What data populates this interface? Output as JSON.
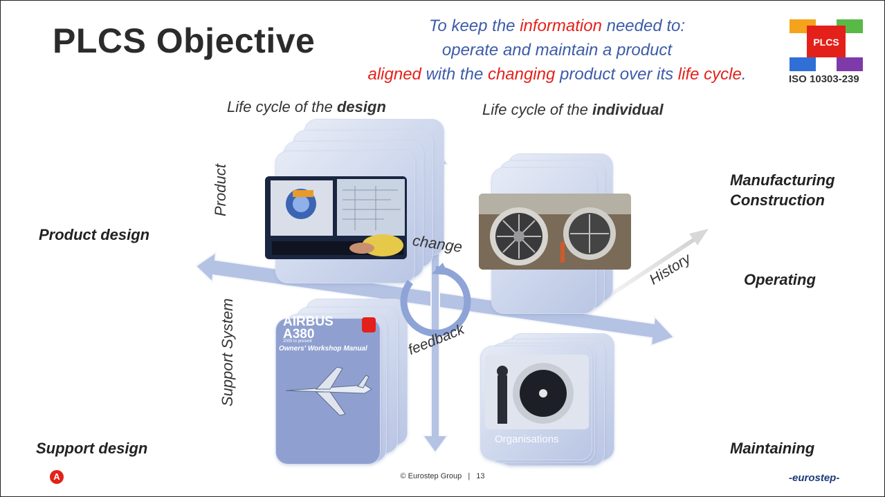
{
  "title": "PLCS Objective",
  "objective": {
    "line1_a": "To keep the ",
    "line1_b": "information",
    "line1_c": " needed to:",
    "line2": "operate and maintain a product",
    "line3_a": "aligned",
    "line3_b": " with the ",
    "line3_c": "changing",
    "line3_d": " product over its ",
    "line3_e": "life cycle",
    "line3_f": "."
  },
  "logo": {
    "text": "PLCS",
    "standard": "ISO 10303-239"
  },
  "lifecycles": {
    "design_prefix": "Life cycle of the ",
    "design_bold": "design",
    "individual_prefix": "Life cycle of the ",
    "individual_bold": "individual"
  },
  "axis_labels": {
    "product": "Product",
    "support_system": "Support System",
    "change": "change",
    "feedback": "feedback",
    "history": "History"
  },
  "side_labels": {
    "product_design": "Product design",
    "support_design": "Support design",
    "manufacturing": "Manufacturing",
    "construction": "Construction",
    "operating": "Operating",
    "maintaining": "Maintaining"
  },
  "quadrants": {
    "manual_title_1": "AIRBUS",
    "manual_title_2": "A380",
    "manual_years": "2005 to present",
    "manual_subtitle": "Owners' Workshop Manual",
    "maintenance_caption": "Organisations"
  },
  "footer": {
    "copyright": "© Eurostep Group",
    "separator": "|",
    "page": "13",
    "brand": "-eurostep-"
  },
  "colors": {
    "accent_blue": "#3d5ba8",
    "accent_red": "#e3211a",
    "card": "#b9c6e4",
    "arrow": "#b4c2e3"
  }
}
